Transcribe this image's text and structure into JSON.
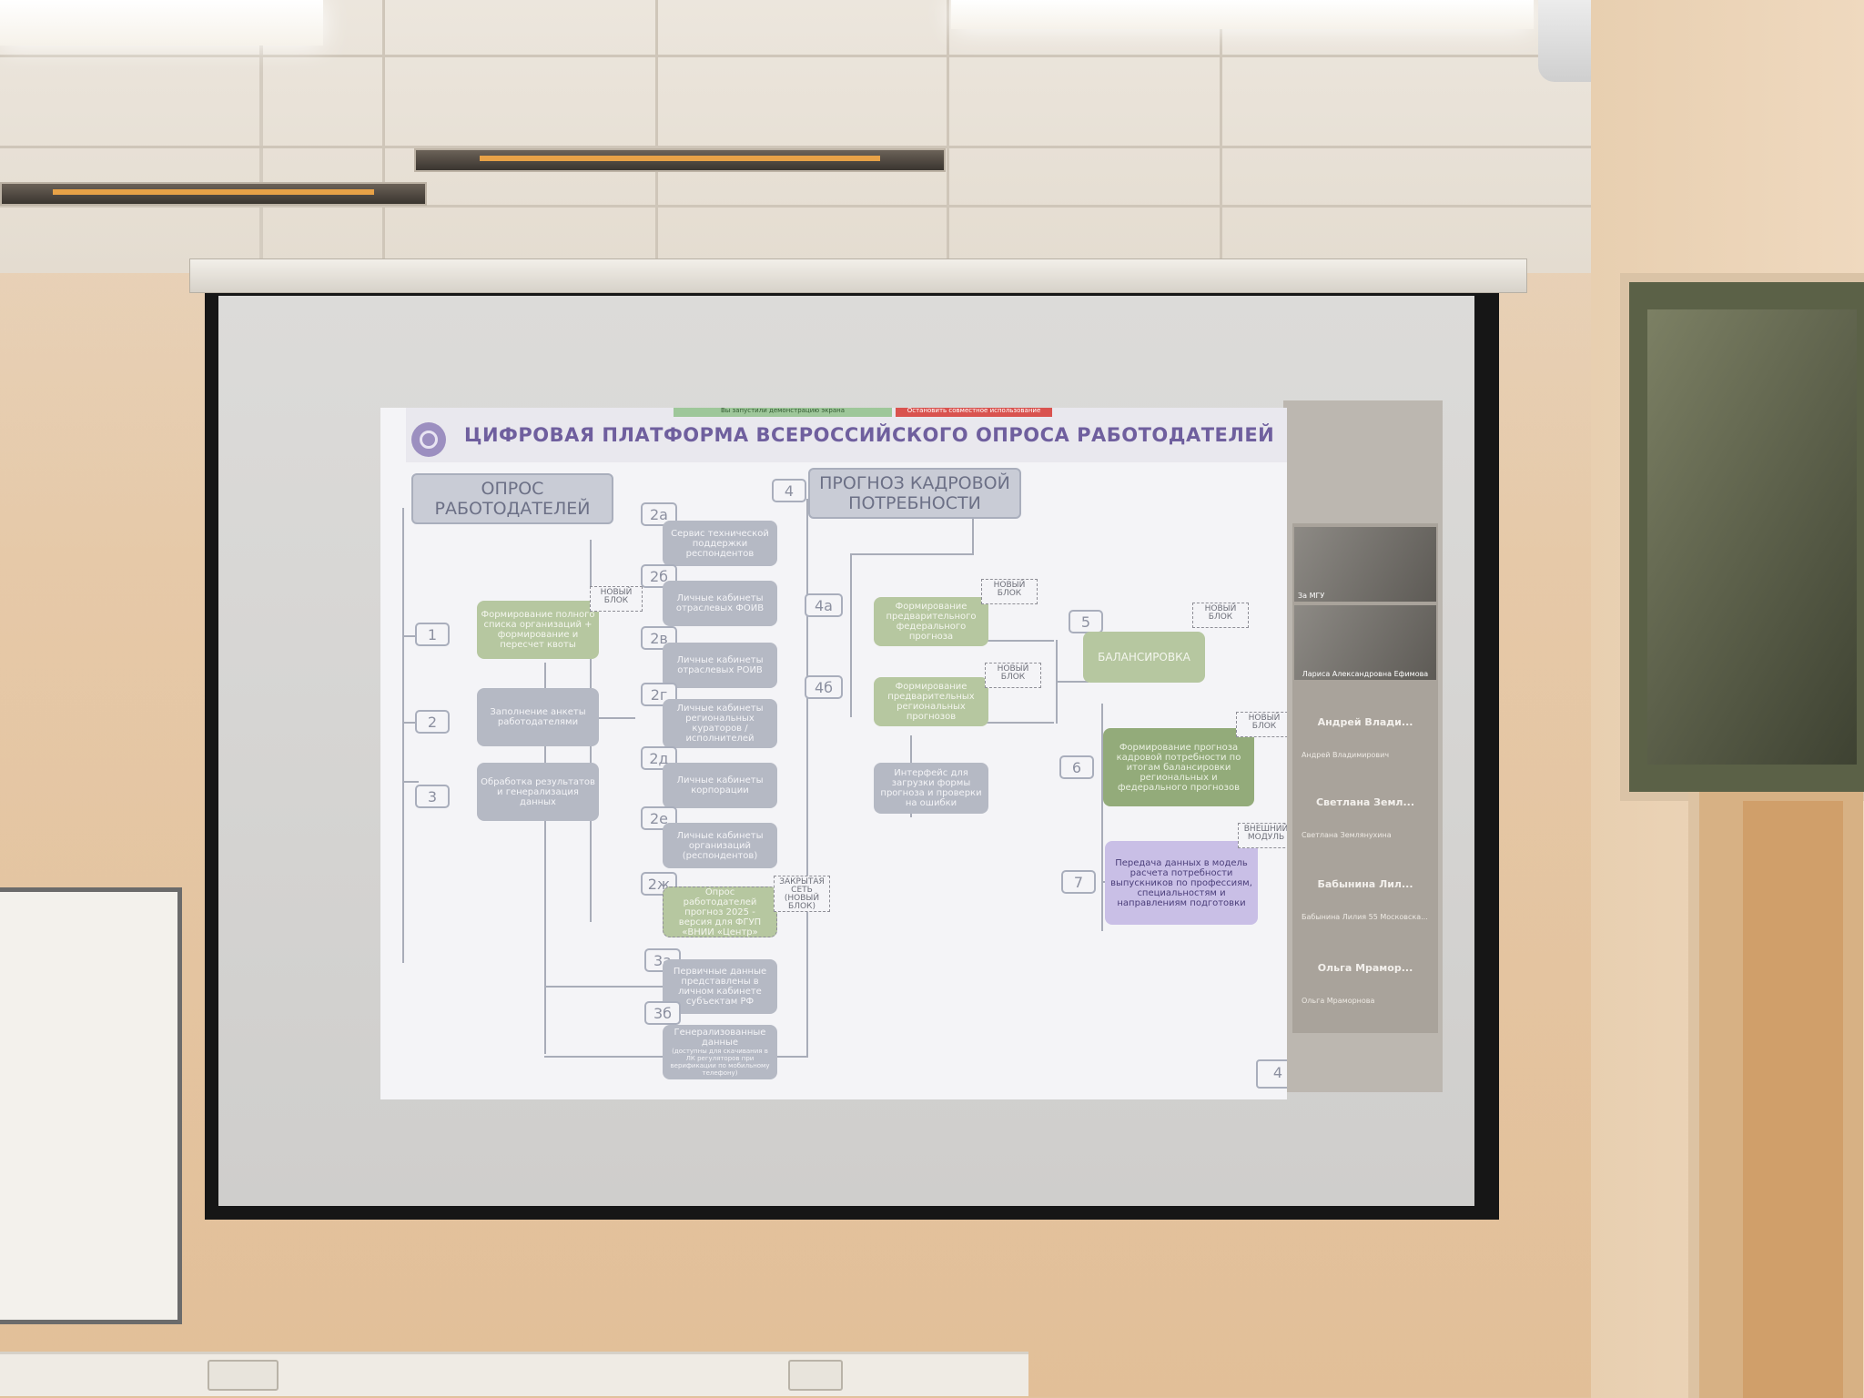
{
  "slide": {
    "title": "ЦИФРОВАЯ ПЛАТФОРМА ВСЕРОССИЙСКОГО ОПРОСА РАБОТОДАТЕЛЕЙ",
    "share_bar": {
      "left_text": "Вы запустили демонстрацию экрана",
      "right_text": "Остановить совместное использование"
    },
    "header_survey": "ОПРОС РАБОТОДАТЕЛЕЙ",
    "header_forecast": "ПРОГНОЗ КАДРОВОЙ ПОТРЕБНОСТИ",
    "nodes": {
      "n1": "Формирование полного списка организаций + формирование и пересчет квоты",
      "n2": "Заполнение анкеты работодателями",
      "n3": "Обработка результатов и генерализация данных",
      "n2a": "Сервис технической поддержки респондентов",
      "n2b": "Личные кабинеты отраслевых ФОИВ",
      "n2v": "Личные кабинеты отраслевых РОИВ",
      "n2g": "Личные кабинеты региональных кураторов / исполнителей",
      "n2d": "Личные кабинеты корпорации",
      "n2e": "Личные кабинеты организаций (респондентов)",
      "n2zh": "Опрос работодателей прогноз 2025 - версия для ФГУП «ВНИИ «Центр»",
      "n3a": "Первичные данные представлены в личном кабинете субъектам РФ",
      "n3b": "Генерализованные данные",
      "n3b_sub": "(доступны для скачивания в ЛК регуляторов при верификации по мобильному телефону)",
      "n4a": "Формирование предварительного федерального прогноза",
      "n4b": "Формирование предварительных региональных прогнозов",
      "n4c": "Интерфейс для загрузки формы прогноза и проверки на ошибки",
      "n5": "БАЛАНСИРОВКА",
      "n6": "Формирование прогноза кадровой потребности по итогам балансировки региональных и федерального прогнозов",
      "n7": "Передача данных в модель расчета потребности выпускников по профессиям, специальностям и направлениям подготовки"
    },
    "labels": {
      "l1": "1",
      "l2": "2",
      "l3": "3",
      "l2a": "2а",
      "l2b": "2б",
      "l2v": "2в",
      "l2g": "2г",
      "l2d": "2д",
      "l2e": "2е",
      "l2zh": "2ж",
      "l3a": "3а",
      "l3b": "3б",
      "l4": "4",
      "l4a": "4а",
      "l4b": "4б",
      "l5": "5",
      "l6": "6",
      "l7": "7"
    },
    "tags": {
      "new_block": "НОВЫЙ БЛОК",
      "closed_net_line1": "ЗАКРЫТАЯ",
      "closed_net_line2": "СЕТЬ",
      "closed_net_line3": "(НОВЫЙ БЛОК)",
      "external_module": "ВНЕШНИЙ МОДУЛЬ"
    },
    "page_number": "4"
  },
  "participants": {
    "cam1_label": "За МГУ",
    "cam2_label": "Лариса Александровна Ефимова",
    "list": [
      {
        "name": "Андрей Влади...",
        "sub": "Андрей Владимирович"
      },
      {
        "name": "Светлана Земл...",
        "sub": "Светлана Землянухина"
      },
      {
        "name": "Бабынина Лил...",
        "sub": "Бабынина Лилия 55 Московска..."
      },
      {
        "name": "Ольга Мрамор...",
        "sub": "Ольга Мраморнова"
      }
    ]
  },
  "colors": {
    "title_purple": "#6f5f9e",
    "node_green": "#b6c7a0",
    "node_gray": "#b5b9c4",
    "node_purple": "#c9bfe6"
  }
}
